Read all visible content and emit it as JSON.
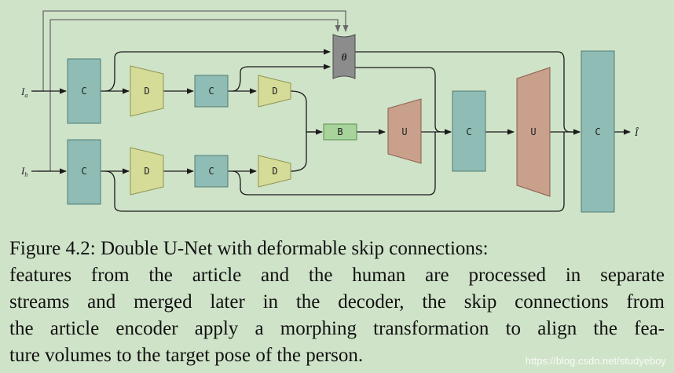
{
  "diagram": {
    "input_article": "I",
    "input_article_sub": "a",
    "input_human": "I",
    "input_human_sub": "h",
    "output": "Î",
    "theta": "θ",
    "blocks": {
      "c1_top": "C",
      "d1_top": "D",
      "c2_top": "C",
      "d2_top": "D",
      "c1_bot": "C",
      "d1_bot": "D",
      "c2_bot": "C",
      "d2_bot": "D",
      "b": "B",
      "u1": "U",
      "c_mid": "C",
      "u2": "U",
      "c_out": "C"
    },
    "colors": {
      "c_block": "#8fbcb4",
      "d_block": "#d5dc98",
      "b_block": "#a8d39a",
      "u_block": "#c9a08c",
      "theta_block": "#8c8c8c"
    }
  },
  "caption": {
    "line1": "Figure 4.2: Double U-Net with deformable skip connections:",
    "line2": "features from the article and the human are processed in separate",
    "line3": "streams and merged later in the decoder, the skip connections from",
    "line4": "the article encoder apply a morphing transformation to align the fea-",
    "line5": "ture volumes to the target pose of the person."
  },
  "watermark": "https://blog.csdn.net/studyeboy"
}
